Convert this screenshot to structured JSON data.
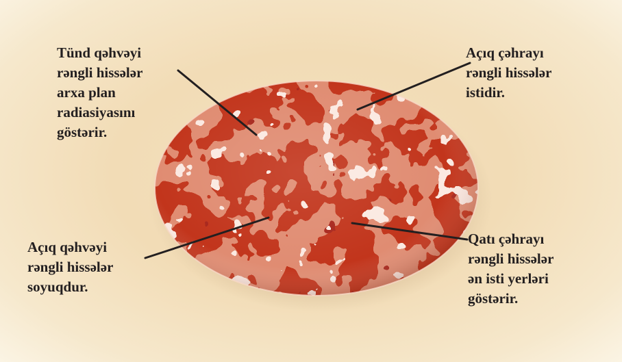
{
  "annotations": {
    "top_left": "Tünd qəhvəyi\nrəngli hissələr\narxa plan\nradiasiyasını\ngöstərir.",
    "top_right": "Açıq çəhrayı\nrəngli hissələr\nistidir.",
    "bottom_left": "Açıq qəhvəyi\nrəngli hissələr\nsoyuqdur.",
    "bottom_right": "Qatı çəhrayı\nrəngli hissələr\nən isti yerləri\ngöstərir."
  },
  "colors": {
    "background": "#f4e0bd",
    "map_base": "#e08c72",
    "dark_region": "#c2361c",
    "deep_region": "#a8271a",
    "light_region": "#fbe9e1",
    "label_text": "#231f20",
    "leader_line": "#231f20"
  }
}
